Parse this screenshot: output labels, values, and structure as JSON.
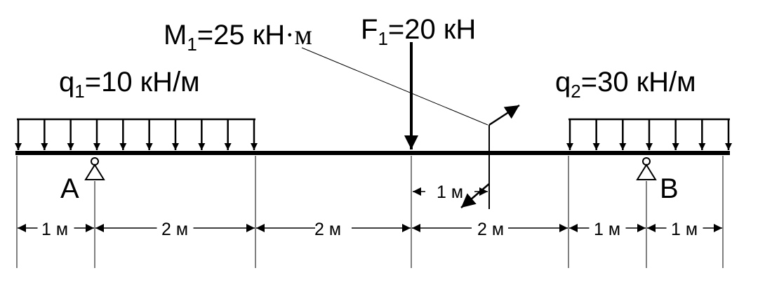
{
  "labels": {
    "moment": {
      "main": "M",
      "sub": "1",
      "value": "=25 кН",
      "dot": "·",
      "unit": "м"
    },
    "force": {
      "main": "F",
      "sub": "1",
      "value": "=20 кН"
    },
    "load1": {
      "main": "q",
      "sub": "1",
      "value": "=10 кН/м"
    },
    "load2": {
      "main": "q",
      "sub": "2",
      "value": "=30 кН/м"
    },
    "supportA": "A",
    "supportB": "B",
    "moment_offset": "1 м"
  },
  "dimensions": [
    "1 м",
    "2 м",
    "2 м",
    "2 м",
    "1 м",
    "1 м"
  ],
  "colors": {
    "ink": "#000000",
    "background": "#ffffff"
  }
}
